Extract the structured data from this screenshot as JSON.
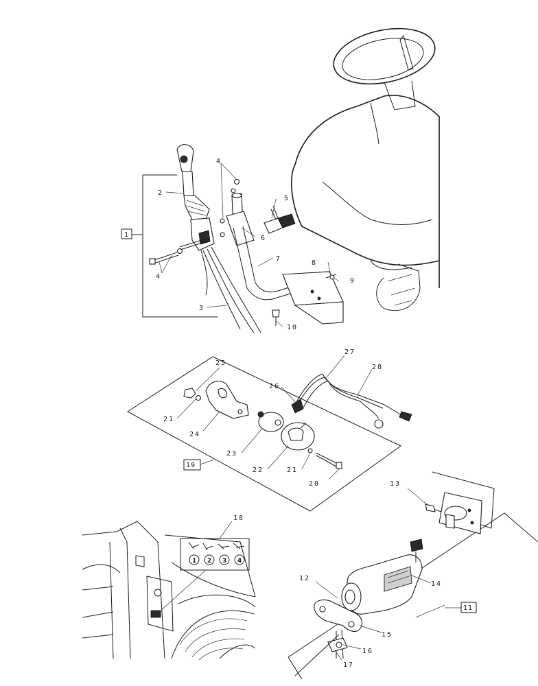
{
  "callouts": {
    "c2": "2",
    "c3": "3",
    "c4a": "4",
    "c4b": "4",
    "c5": "5",
    "c6": "6",
    "c7": "7",
    "c8": "8",
    "c9": "9",
    "c10": "10",
    "c12": "12",
    "c13": "13",
    "c14": "14",
    "c15": "15",
    "c16": "16",
    "c17": "17",
    "c18": "18",
    "c20": "20",
    "c21a": "21",
    "c21b": "21",
    "c22": "22",
    "c23": "23",
    "c24": "24",
    "c25": "25",
    "c26": "26",
    "c27": "27",
    "c28": "28"
  },
  "refboxes": {
    "r1": "1",
    "r11": "11",
    "r19": "19"
  },
  "decal": {
    "n1": "1",
    "n2": "2",
    "n3": "3",
    "n4": "4"
  }
}
